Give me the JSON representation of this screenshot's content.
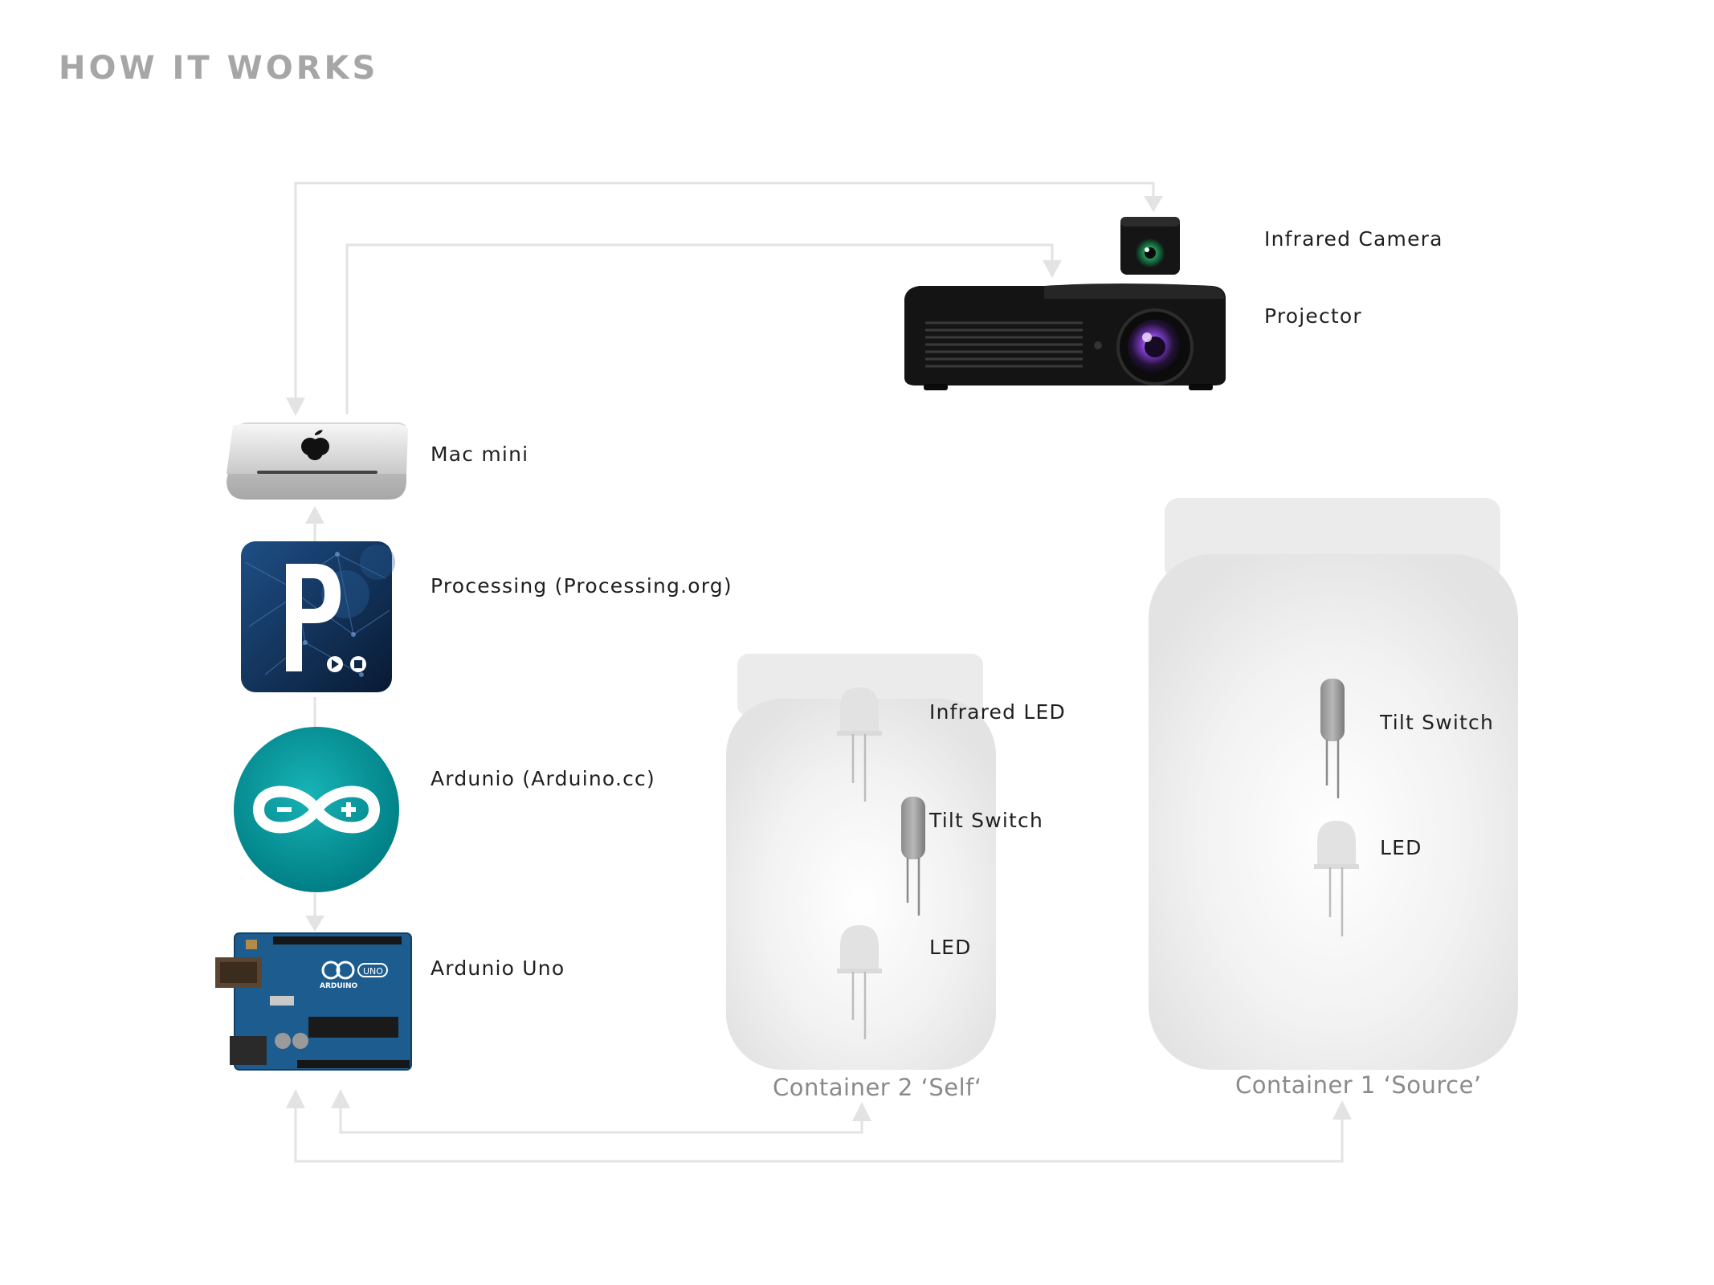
{
  "title": "HOW IT WORKS",
  "devices": {
    "infrared_camera": "Infrared Camera",
    "projector": "Projector",
    "mac_mini": "Mac mini",
    "processing": "Processing (Processing.org)",
    "arduino_software": "Ardunio (Arduino.cc)",
    "arduino_uno": "Ardunio Uno"
  },
  "container_self": {
    "title": "Container 2 ‘Self‘",
    "infrared_led": "Infrared LED",
    "tilt_switch": "Tilt Switch",
    "led": "LED"
  },
  "container_source": {
    "title": "Container 1 ‘Source’",
    "tilt_switch": "Tilt Switch",
    "led": "LED"
  },
  "board_text": {
    "uno": "UNO",
    "arduino": "ARDUINO"
  },
  "colors": {
    "connector": "#e3e3e3",
    "arduino_teal": "#00979c",
    "processing_navy": "#0d2a4a",
    "board_blue": "#1d5c8f"
  }
}
